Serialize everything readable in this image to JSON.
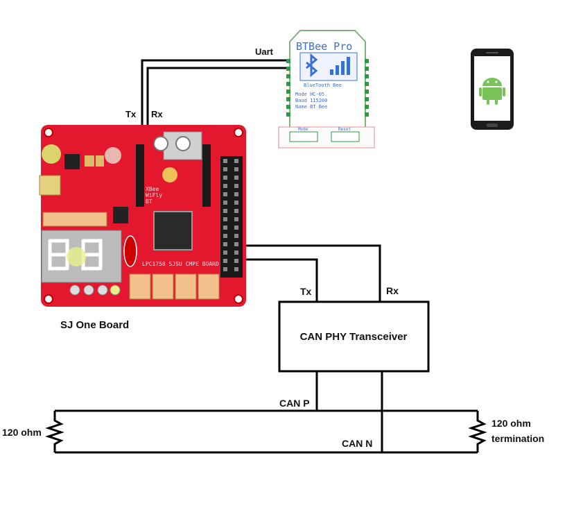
{
  "labels": {
    "uart": "Uart",
    "tx_top": "Tx",
    "rx_top": "Rx",
    "sj_one_board": "SJ One Board",
    "tx_phy": "Tx",
    "rx_phy": "Rx",
    "can_phy": "CAN PHY Transceiver",
    "can_p": "CAN P",
    "can_n": "CAN N",
    "term_left": "120 ohm",
    "term_right_line1": "120 ohm",
    "term_right_line2": "termination"
  },
  "btbee": {
    "title": "BTBee Pro",
    "brand": "BlueTooth Bee",
    "mode_line1": "Mode  HC-05",
    "mode_line2": "Baud  115200",
    "mode_line3": "Name  BT Bee",
    "btn_left": "Mode",
    "btn_right": "Reset"
  },
  "board": {
    "silk_xbee": "XBee",
    "silk_wifly": "WiFly",
    "silk_bt": "BT",
    "silk_title": "LPC1758 SJSU CMPE BOARD"
  },
  "colors": {
    "pcb_red": "#e3172d",
    "wire": "#000000",
    "phone_body": "#1b1b1b",
    "android_green": "#78c257",
    "btbee_blue": "#3a6fd6"
  },
  "icons": {
    "phone": "smartphone-icon",
    "android": "android-logo-icon",
    "bluetooth": "bluetooth-icon"
  }
}
